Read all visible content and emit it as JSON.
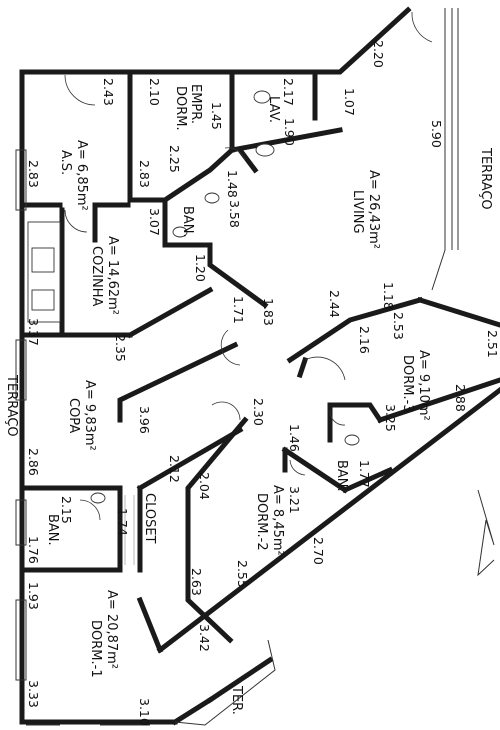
{
  "rooms": {
    "as": {
      "name": "A.S.",
      "area": "A= 6,85m²"
    },
    "dorm_empr": {
      "name": "DORM.",
      "name2": "EMPR."
    },
    "lav": {
      "name": "LAV."
    },
    "ban_empr": {
      "name": "BAN."
    },
    "living": {
      "name": "LIVING",
      "area": "A= 26,43m²"
    },
    "cozinha": {
      "name": "COZINHA",
      "area": "A= 14,62m²"
    },
    "copa": {
      "name": "COPA",
      "area": "A= 9,83m²"
    },
    "dorm3": {
      "name": "DORM.-3",
      "area": "A= 9,10m²"
    },
    "ban3": {
      "name": "BAN."
    },
    "dorm2": {
      "name": "DORM.-2",
      "area": "A= 8,45m²"
    },
    "ban1": {
      "name": "BAN."
    },
    "closet": {
      "name": "CLOSET"
    },
    "dorm1": {
      "name": "DORM.-1",
      "area": "A= 20,87m²"
    },
    "ter": {
      "name": "TER."
    },
    "terraco_right": {
      "name": "TERRAÇO"
    },
    "terraco_left": {
      "name": "TERRAÇO"
    }
  },
  "dimensions": {
    "d_2_43": "2.43",
    "d_2_10": "2.10",
    "d_2_17": "2.17",
    "d_2_20": "2.20",
    "d_1_07": "1.07",
    "d_1_45": "1.45",
    "d_1_90": "1.90",
    "d_5_90": "5.90",
    "d_2_83a": "2.83",
    "d_2_83b": "2.83",
    "d_2_25": "2.25",
    "d_1_48": "1.48",
    "d_3_07": "3.07",
    "d_3_58": "3.58",
    "d_1_20": "1.20",
    "d_1_18": "1.18",
    "d_2_44": "2.44",
    "d_1_71": "1.71",
    "d_1_83": "1.83",
    "d_3_37": "3.37",
    "d_2_35": "2.35",
    "d_2_16": "2.16",
    "d_2_53": "2.53",
    "d_2_51": "2.51",
    "d_3_96": "3.96",
    "d_2_30": "2.30",
    "d_3_25": "3.25",
    "d_2_88": "2.88",
    "d_2_86": "2.86",
    "d_1_46": "1.46",
    "d_2_12": "2.12",
    "d_1_77": "1.77",
    "d_2_15": "2.15",
    "d_1_74": "1.74",
    "d_2_04": "2.04",
    "d_3_21": "3.21",
    "d_1_76": "1.76",
    "d_2_70": "2.70",
    "d_1_93": "1.93",
    "d_2_63": "2.63",
    "d_2_55": "2.55",
    "d_3_42": "3.42",
    "d_3_33": "3.33",
    "d_3_10": "3.10"
  }
}
